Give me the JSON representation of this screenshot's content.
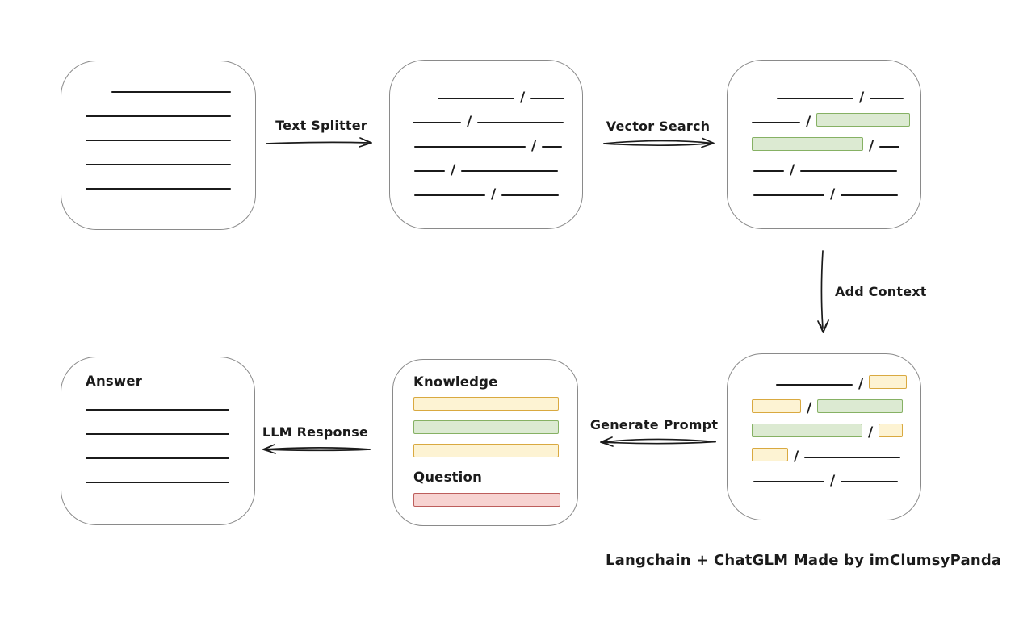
{
  "caption": "Langchain + ChatGLM Made by imClumsyPanda",
  "slash_char": "/",
  "labels": {
    "text_splitter": "Text Splitter",
    "vector_search": "Vector Search",
    "add_context": "Add Context",
    "generate_prompt": "Generate Prompt",
    "llm_response": "LLM Response"
  },
  "boxes": {
    "prompt": {
      "knowledge_label": "Knowledge",
      "question_label": "Question",
      "knowledge_bars": [
        "yellow",
        "green",
        "yellow"
      ],
      "question_bars": [
        "red"
      ]
    },
    "answer": {
      "label": "Answer"
    }
  },
  "chunk_rows": {
    "document": [
      {
        "indent": 32,
        "segs": [
          [
            "line",
            148
          ]
        ]
      },
      {
        "indent": 0,
        "segs": [
          [
            "line",
            180
          ]
        ]
      },
      {
        "indent": 0,
        "segs": [
          [
            "line",
            180
          ]
        ]
      },
      {
        "indent": 0,
        "segs": [
          [
            "line",
            180
          ]
        ]
      },
      {
        "indent": 0,
        "segs": [
          [
            "line",
            180
          ]
        ]
      }
    ],
    "split": [
      {
        "indent": 31,
        "segs": [
          [
            "line",
            95
          ],
          [
            "line",
            42
          ]
        ]
      },
      {
        "indent": 0,
        "segs": [
          [
            "line",
            60
          ],
          [
            "line",
            107
          ]
        ]
      },
      {
        "indent": 2,
        "segs": [
          [
            "line",
            138
          ],
          [
            "line",
            25
          ]
        ]
      },
      {
        "indent": 2,
        "segs": [
          [
            "line",
            38
          ],
          [
            "line",
            120
          ]
        ]
      },
      {
        "indent": 2,
        "segs": [
          [
            "line",
            88
          ],
          [
            "line",
            71
          ]
        ]
      }
    ],
    "retrieved": [
      {
        "indent": 31,
        "segs": [
          [
            "line",
            95
          ],
          [
            "line",
            42
          ]
        ]
      },
      {
        "indent": 0,
        "segs": [
          [
            "line",
            60
          ],
          [
            "green",
            114
          ]
        ]
      },
      {
        "indent": 0,
        "segs": [
          [
            "green",
            136
          ],
          [
            "line",
            25
          ]
        ]
      },
      {
        "indent": 2,
        "segs": [
          [
            "line",
            38
          ],
          [
            "line",
            120
          ]
        ]
      },
      {
        "indent": 2,
        "segs": [
          [
            "line",
            88
          ],
          [
            "line",
            71
          ]
        ]
      }
    ],
    "context": [
      {
        "indent": 30,
        "segs": [
          [
            "line",
            95
          ],
          [
            "yellow",
            45
          ]
        ]
      },
      {
        "indent": 0,
        "segs": [
          [
            "yellow",
            59
          ],
          [
            "green",
            104
          ]
        ]
      },
      {
        "indent": 0,
        "segs": [
          [
            "green",
            135
          ],
          [
            "yellow",
            28
          ]
        ]
      },
      {
        "indent": 0,
        "segs": [
          [
            "yellow",
            43
          ],
          [
            "line",
            119
          ]
        ]
      },
      {
        "indent": 2,
        "segs": [
          [
            "line",
            88
          ],
          [
            "line",
            71
          ]
        ]
      }
    ],
    "answer": [
      {
        "indent": 0,
        "segs": [
          [
            "line",
            178
          ]
        ]
      },
      {
        "indent": 0,
        "segs": [
          [
            "line",
            178
          ]
        ]
      },
      {
        "indent": 0,
        "segs": [
          [
            "line",
            178
          ]
        ]
      },
      {
        "indent": 0,
        "segs": [
          [
            "line",
            178
          ]
        ]
      }
    ]
  },
  "colors": {
    "ink": "#1b1b1b",
    "box_border": "#8a8a8a",
    "chunk_green_fill": "#dcead2",
    "chunk_green_stroke": "#86b164",
    "chunk_yellow_fill": "#fdf3d3",
    "chunk_yellow_stroke": "#d9a940",
    "question_red_fill": "#f7d3d1",
    "question_red_stroke": "#bd5e5c"
  }
}
